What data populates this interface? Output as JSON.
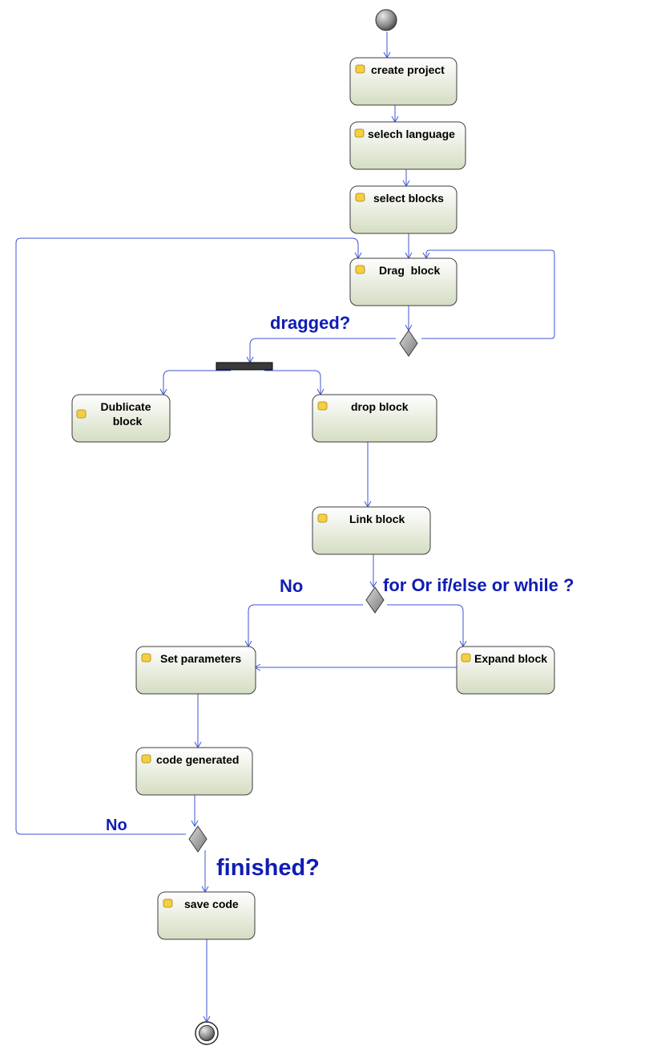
{
  "colors": {
    "edge": "#3b55d6",
    "guard_text": "#0f1cb4",
    "node_fill_top": "#ffffff",
    "node_fill_bottom": "#d4ddc2",
    "node_stroke": "#3e3e3e",
    "node_icon": "#f4cf3f",
    "decision_fill": "#9a9a9a",
    "fork_bar": "#3a3a3a"
  },
  "nodes": {
    "create_project": "create project",
    "select_language": "selech language",
    "select_blocks": "select blocks",
    "drag_block": "Drag  block",
    "duplicate_block_line1": "Dublicate",
    "duplicate_block_line2": "block",
    "drop_block": "drop block",
    "link_block": "Link block",
    "set_parameters": "Set parameters",
    "expand_block": "Expand block",
    "code_generated": "code generated",
    "save_code": "save code"
  },
  "guards": {
    "dragged": "dragged?",
    "no_loop": "No",
    "loop_question": "for Or if/else or while ?",
    "no_finished": "No",
    "finished": "finished?"
  }
}
